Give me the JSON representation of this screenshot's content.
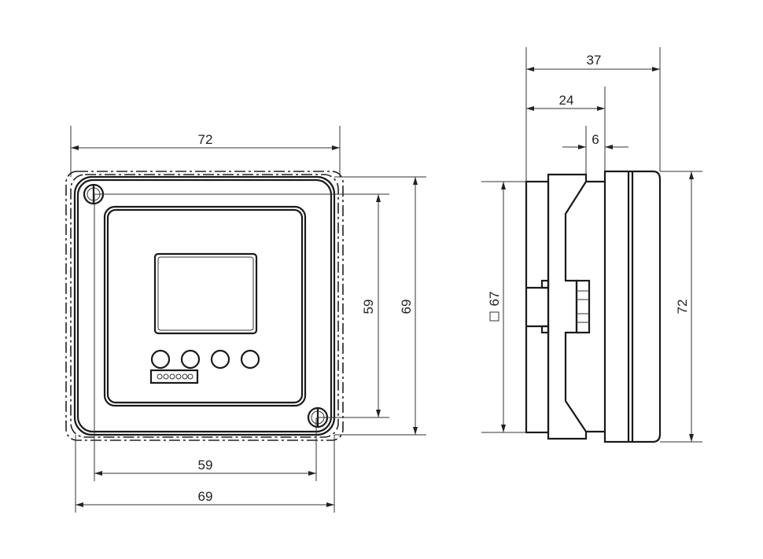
{
  "front_view": {
    "width_total": "72",
    "height_mounting": "59",
    "height_body": "69",
    "width_mounting": "59",
    "width_body": "69",
    "button_count": 4
  },
  "side_view": {
    "depth_total": "37",
    "depth_rear": "24",
    "depth_clamp": "6",
    "cutout": "67",
    "cutout_symbol": "square-icon",
    "height_front": "72"
  }
}
